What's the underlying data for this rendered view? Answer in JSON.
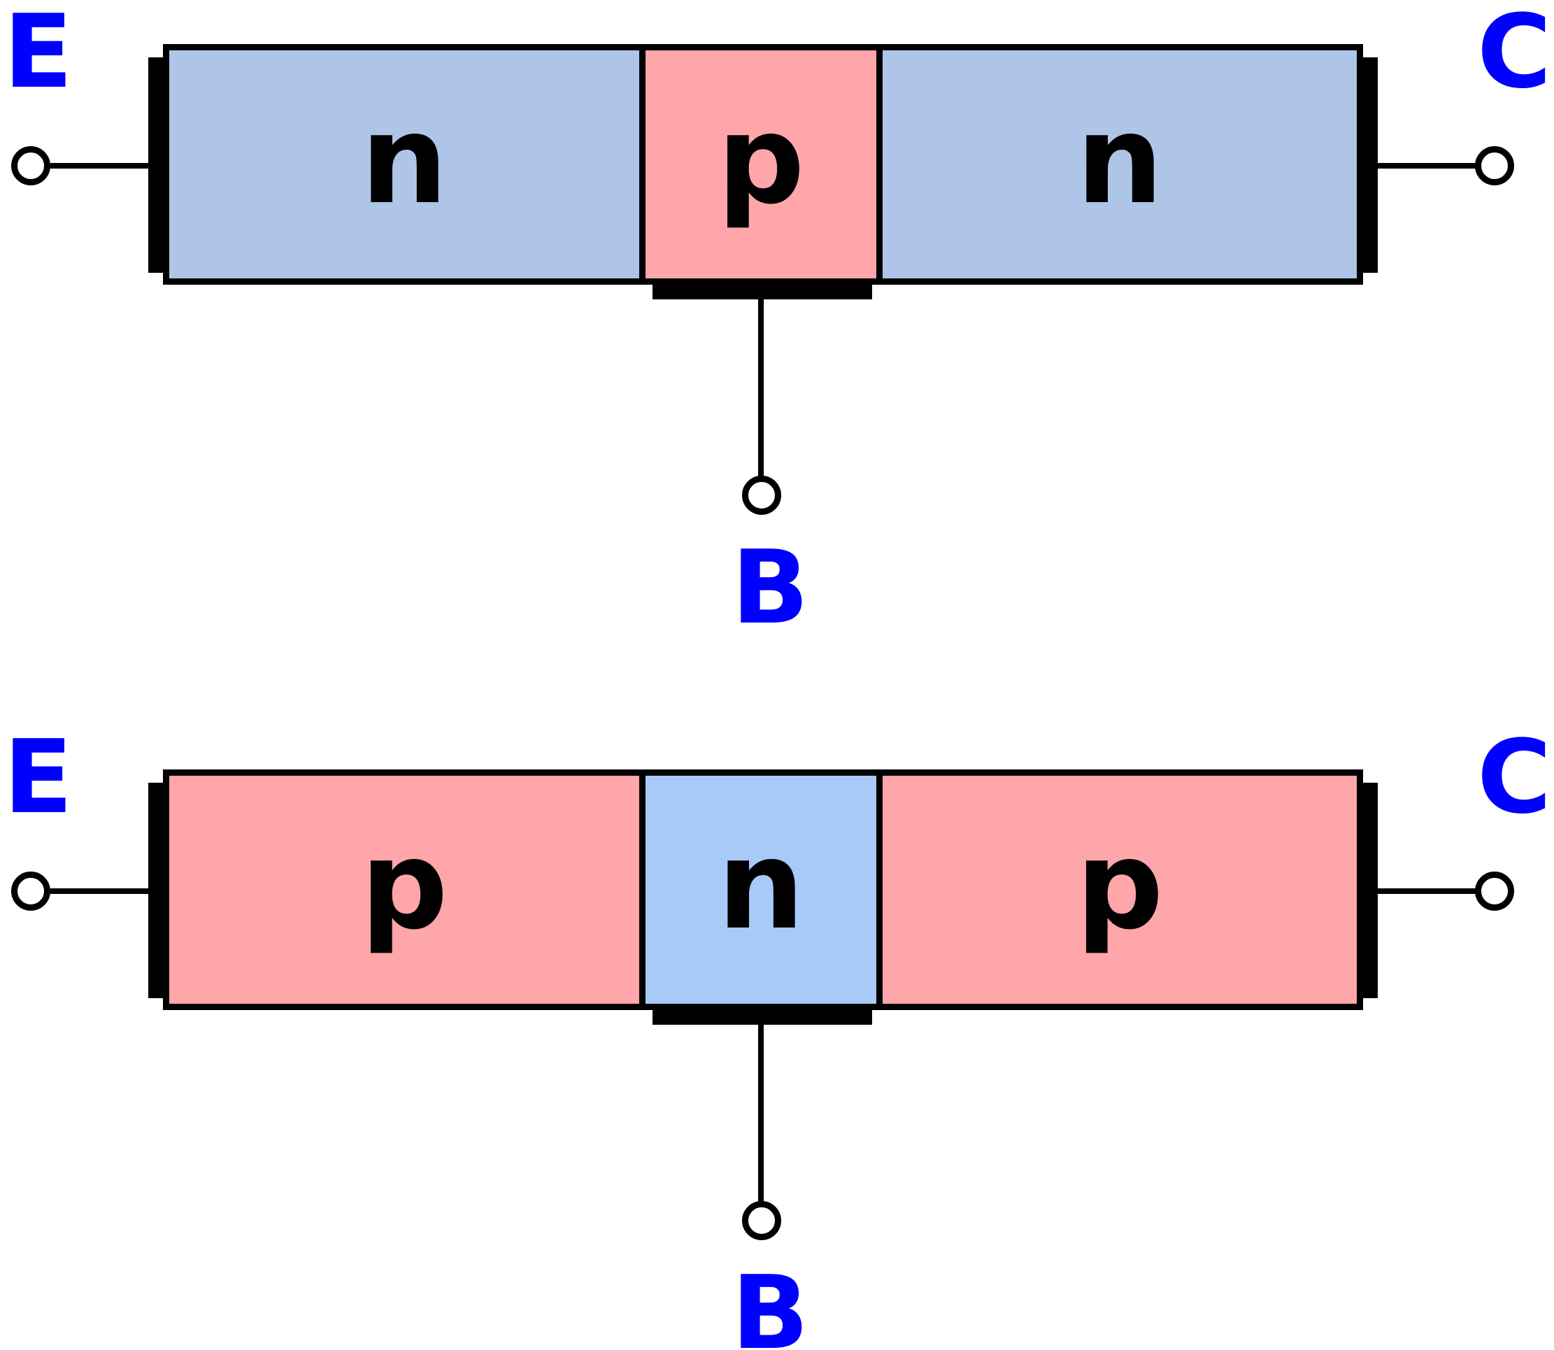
{
  "figure": {
    "background": "#ffffff",
    "colors": {
      "terminal_label": "#0000ff",
      "electrode": "#000000",
      "wire": "#000000",
      "n_region_npn": "#aec5e8",
      "n_region_pnp": "#a9caf9",
      "p_region": "#ffa6aa"
    },
    "npn": {
      "terminals": {
        "emitter": "E",
        "collector": "C",
        "base": "B"
      },
      "regions": {
        "left": "n",
        "middle": "p",
        "right": "n"
      }
    },
    "pnp": {
      "terminals": {
        "emitter": "E",
        "collector": "C",
        "base": "B"
      },
      "regions": {
        "left": "p",
        "middle": "n",
        "right": "p"
      }
    }
  }
}
